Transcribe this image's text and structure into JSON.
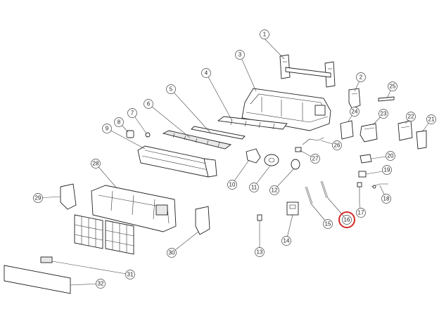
{
  "callouts": {
    "c1": "1",
    "c2": "2",
    "c3": "3",
    "c4": "4",
    "c5": "5",
    "c6": "6",
    "c7": "7",
    "c8": "8",
    "c9": "9",
    "c10": "10",
    "c11": "11",
    "c12": "12",
    "c13": "13",
    "c14": "14",
    "c15": "15",
    "c16": "16",
    "c17": "17",
    "c18": "18",
    "c19": "19",
    "c20": "20",
    "c21": "21",
    "c22": "22",
    "c23": "23",
    "c24": "24",
    "c25": "25",
    "c26": "26",
    "c27": "27",
    "c28": "28",
    "c29": "29",
    "c30": "30",
    "c31": "31",
    "c32": "32"
  },
  "highlighted_callout": "16",
  "highlight_color": "#d62828"
}
